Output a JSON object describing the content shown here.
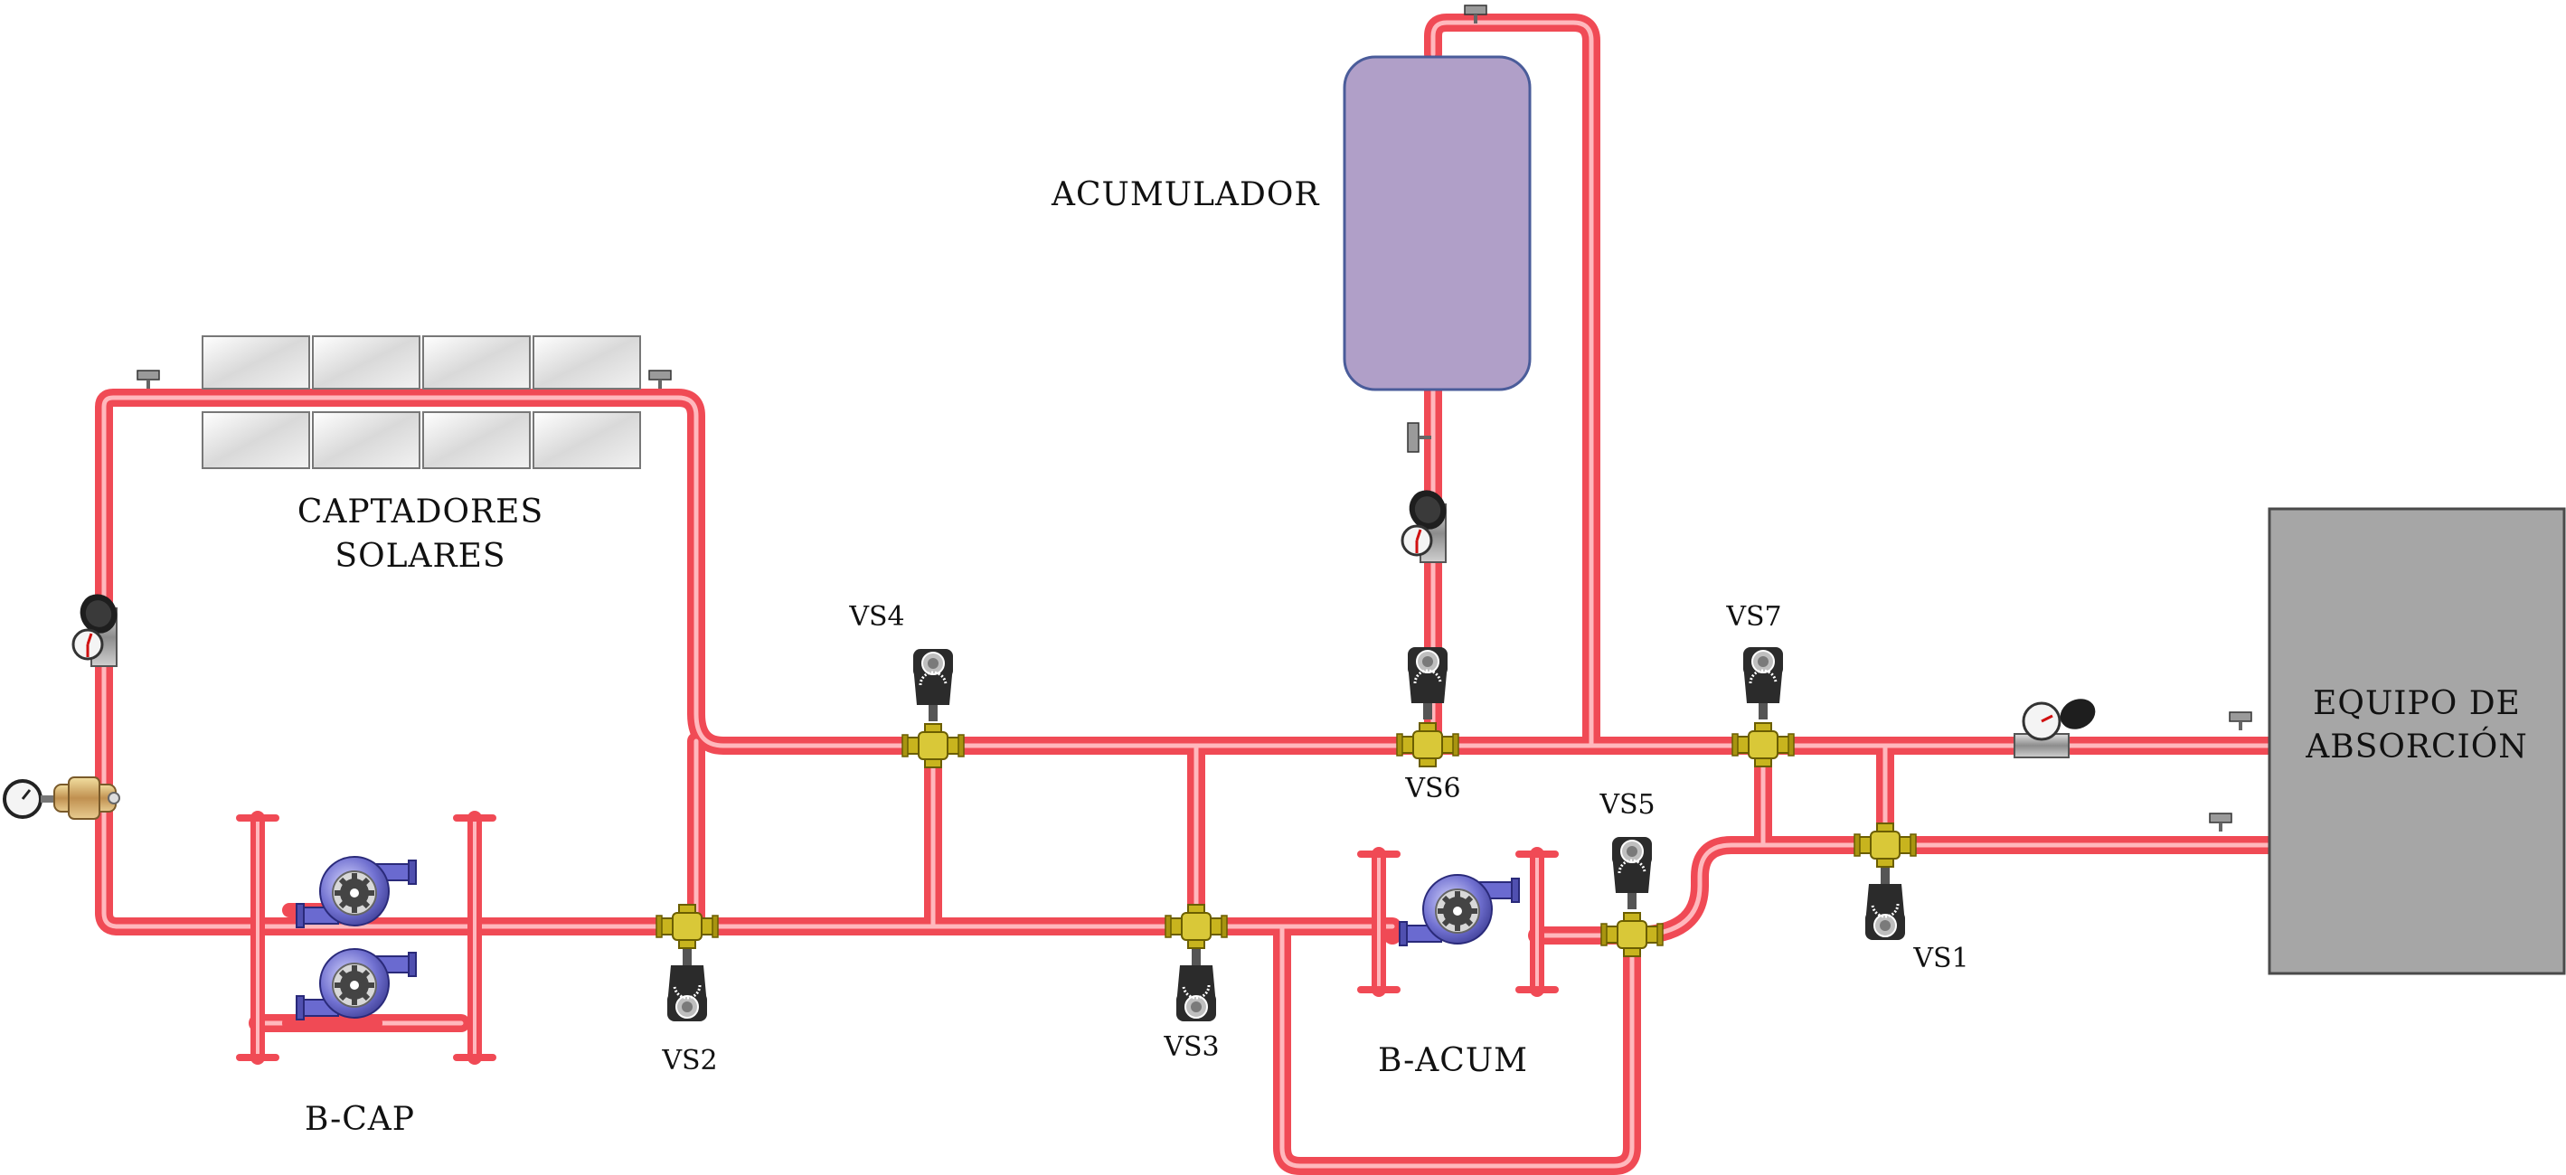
{
  "labels": {
    "acumulador": "ACUMULADOR",
    "captadores_line1": "CAPTADORES",
    "captadores_line2": "SOLARES",
    "equipo_line1": "EQUIPO DE",
    "equipo_line2": "ABSORCIÓN",
    "b_cap": "B-CAP",
    "b_acum": "B-ACUM"
  },
  "valves": {
    "vs1": "VS1",
    "vs2": "VS2",
    "vs3": "VS3",
    "vs4": "VS4",
    "vs5": "VS5",
    "vs6": "VS6",
    "vs7": "VS7"
  },
  "colors": {
    "pipe": "#f04a55",
    "pipe_highlight": "#ffb8bd",
    "accumulator_fill": "#b09fc8",
    "accumulator_stroke": "#4a5c9a",
    "absorption_unit_fill": "#a6a6a6",
    "valve_body": "#c8b41e",
    "actuator": "#2b2b2b",
    "pump_casing": "#6a6ad0"
  }
}
